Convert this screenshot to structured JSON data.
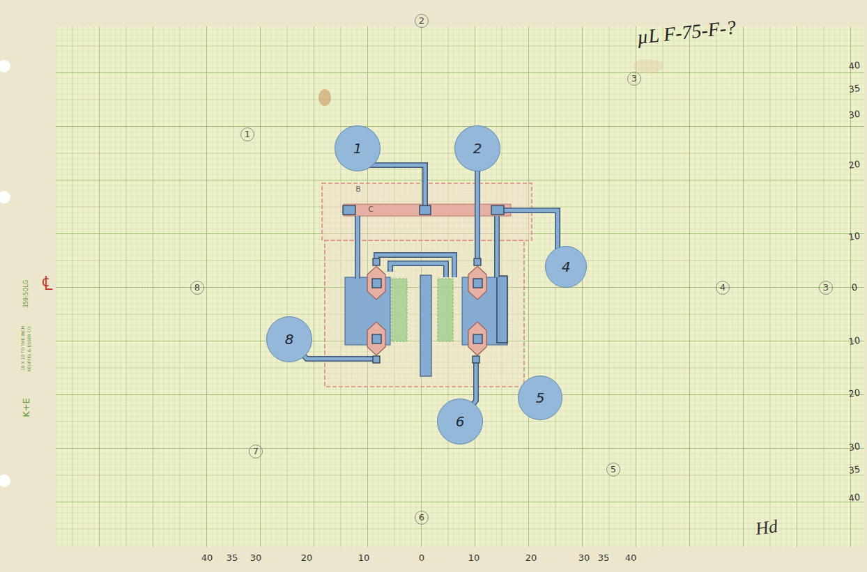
{
  "diagram": {
    "nodes": [
      {
        "text": [
          "1"
        ]
      },
      {
        "text": [
          "2"
        ]
      },
      {
        "text": [
          "4"
        ]
      },
      {
        "text": [
          "8"
        ]
      },
      {
        "text": [
          "5"
        ]
      },
      {
        "text": [
          "6"
        ]
      }
    ],
    "labels": [
      "µL F-75-F-?",
      "2",
      "1",
      "3",
      "8",
      "4",
      "3",
      "7",
      "5",
      "6",
      "℄",
      "B",
      "C",
      "40",
      "35",
      "30",
      "20",
      "10",
      "0",
      "10",
      "20",
      "30",
      "35",
      "40",
      "40",
      "35",
      "30",
      "20",
      "10",
      "0",
      "10",
      "20",
      "30",
      "35",
      "40",
      "K+E",
      "10 X 10 TO THE INCH",
      "KEUFFEL & ESSER CO.",
      "359-5OLG",
      "Hd"
    ]
  }
}
